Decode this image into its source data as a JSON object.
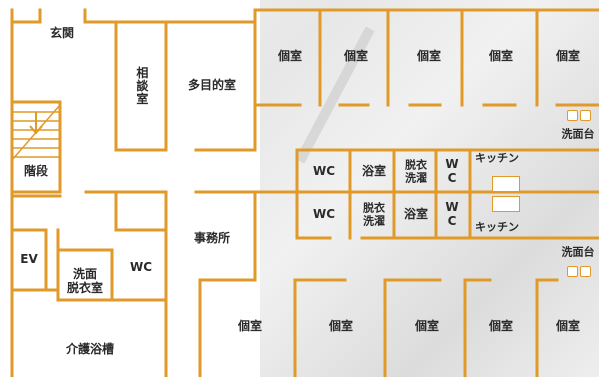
{
  "colors": {
    "wall": "#e09a2a",
    "text": "#2a2a2a"
  },
  "rooms": {
    "entrance": "玄関",
    "consultation": "相談室",
    "multipurpose": "多目的室",
    "stairs": "階段",
    "wc": "WC",
    "bath": "浴室",
    "changing": "脱衣\n洗濯",
    "wc_vertical": "W\nC",
    "kitchen": "キッチン",
    "washbasin": "洗面台",
    "office": "事務所",
    "ev": "EV",
    "wash_changing": "洗面\n脱衣室",
    "care_bath": "介護浴槽",
    "private_room": "個室"
  },
  "icons": {
    "stair_arrow": "arrow-down-icon"
  }
}
